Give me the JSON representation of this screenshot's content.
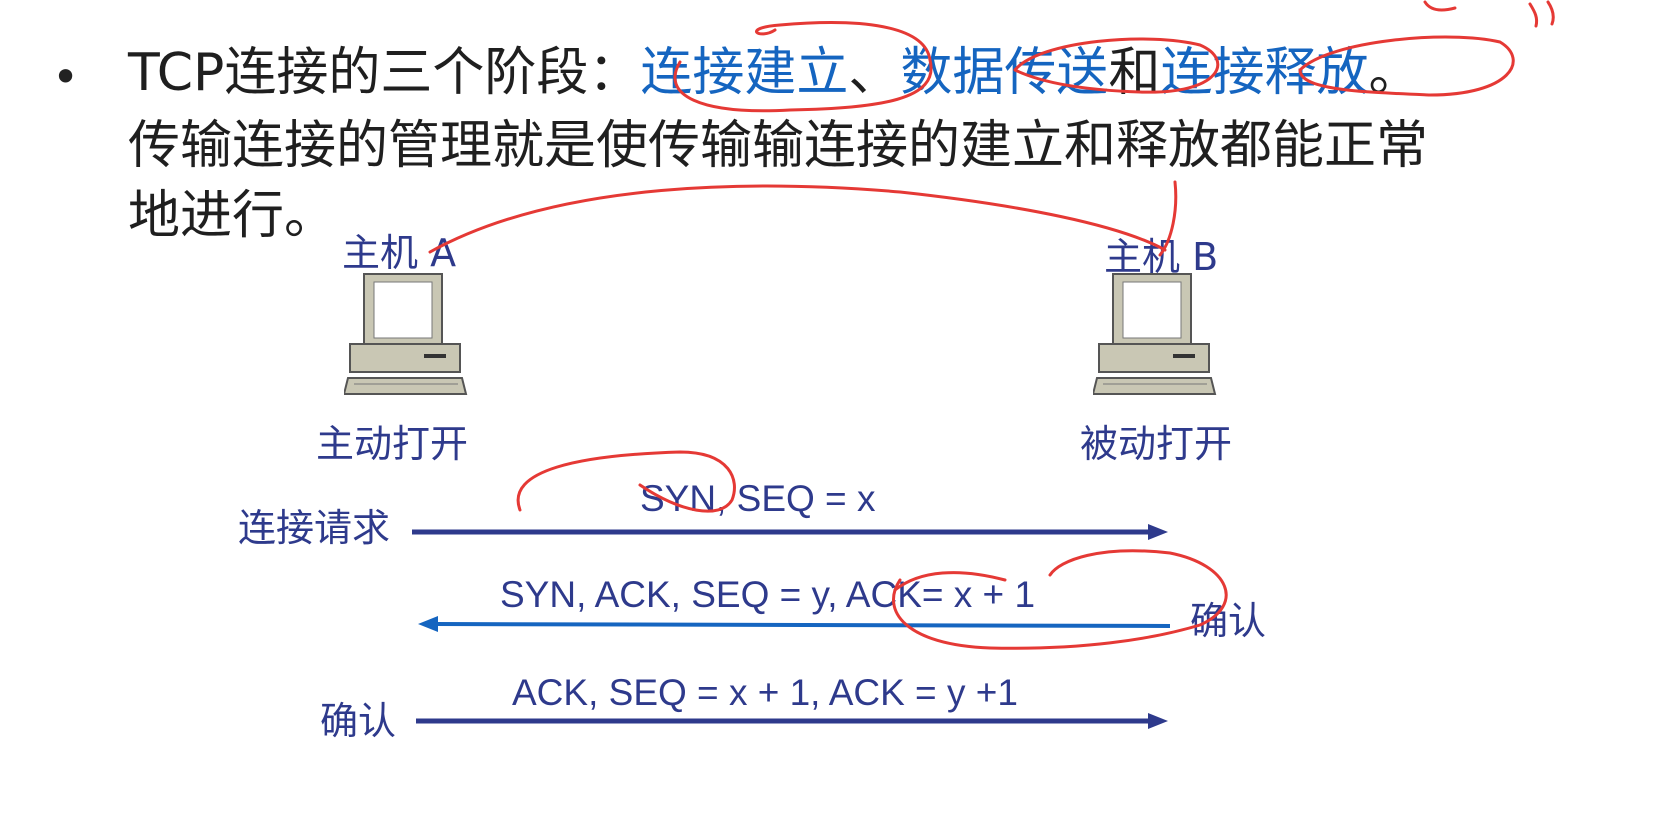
{
  "slide": {
    "bullet": "•",
    "line1": {
      "prefix": "TCP连接的三个阶段：",
      "phase1": "连接建立",
      "sep1": "、",
      "phase2": "数据传送",
      "sep2": "和",
      "phase3": "连接释放",
      "end": "。"
    },
    "line2": "传输连接的管理就是使传输输连接的建立和释放都能正常",
    "line3": "地进行。"
  },
  "diagram": {
    "host_a": {
      "label": "主机 A",
      "role": "主动打开",
      "icon": "computer-icon"
    },
    "host_b": {
      "label": "主机 B",
      "role": "被动打开",
      "icon": "computer-icon"
    },
    "messages": [
      {
        "left_label": "连接请求",
        "text": "SYN, SEQ = x",
        "direction": "A→B",
        "color": "#2e3a8c"
      },
      {
        "right_label": "确认",
        "text": "SYN, ACK, SEQ = y, ACK= x + 1",
        "direction": "B→A",
        "color": "#1565c0"
      },
      {
        "left_label": "确认",
        "text": "ACK, SEQ = x + 1, ACK = y +1",
        "direction": "A→B",
        "color": "#2e3a8c"
      }
    ]
  },
  "annotation_color": "#e53935"
}
